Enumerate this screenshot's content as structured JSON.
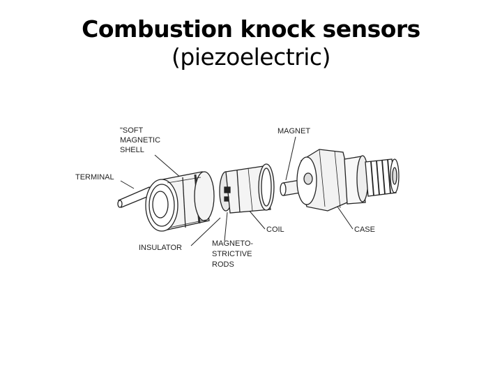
{
  "slide": {
    "title_line1": "Combustion knock sensors",
    "title_line2": "(piezoelectric)"
  },
  "labels": {
    "soft_magnetic_shell_1": "\"SOFT",
    "soft_magnetic_shell_2": "MAGNETIC",
    "soft_magnetic_shell_3": "SHELL",
    "terminal": "TERMINAL",
    "magnet": "MAGNET",
    "insulator": "INSULATOR",
    "magnetostrictive_1": "MAGNETO-",
    "magnetostrictive_2": "STRICTIVE",
    "magnetostrictive_3": "RODS",
    "coil": "COIL",
    "case": "CASE"
  },
  "colors": {
    "ink": "#222222",
    "background": "#ffffff"
  }
}
